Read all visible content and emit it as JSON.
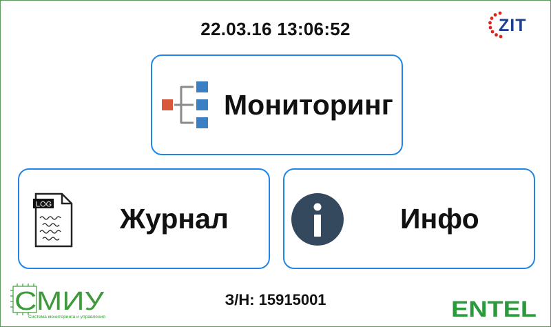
{
  "header": {
    "datetime": "22.03.16 13:06:52",
    "logo_text": "ZIT"
  },
  "tiles": [
    {
      "id": "monitoring",
      "label": "Мониторинг",
      "icon": "tree-structure-icon"
    },
    {
      "id": "journal",
      "label": "Журнал",
      "icon": "log-file-icon",
      "icon_text": "LOG"
    },
    {
      "id": "info",
      "label": "Инфо",
      "icon": "info-icon"
    }
  ],
  "footer": {
    "serial": "З/Н: 15915001",
    "left_logo_text": "СМИУ",
    "left_logo_subtitle": "Система мониторинга и управления",
    "right_logo_text": "ENTEL"
  },
  "colors": {
    "tile_border": "#1f86e8",
    "tree_root": "#d9573a",
    "tree_node": "#3b7fc4",
    "info_circle": "#34495e",
    "zit_red": "#e2231a",
    "smiu_green": "#3e9a3a",
    "entel_green": "#2a9a3c",
    "frame_green": "#5a9a5a"
  }
}
